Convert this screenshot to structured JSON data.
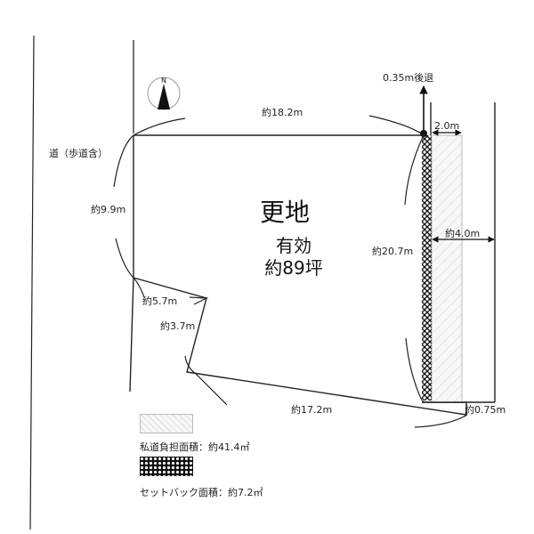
{
  "diagram": {
    "type": "land-plot-survey",
    "main_title": "更地",
    "sub_title": "有効",
    "area": "約89坪",
    "compass": {
      "label": "N",
      "icon": "north-arrow-icon"
    },
    "road_label": "道（歩道含）",
    "setback_label": "0.35m後退",
    "dimensions": {
      "top": "約18.2m",
      "left": "約9.9m",
      "notch_top": "約5.7m",
      "notch_side": "約3.7m",
      "bottom": "約17.2m",
      "right": "約20.7m",
      "private_road_width": "2.0m",
      "road_width": "約4.0m",
      "bottom_offset": "約0.75m"
    },
    "legend": [
      {
        "label": "私道負担面積：約41.4㎡",
        "pattern": "light-hatch",
        "color": "#e6e6e6"
      },
      {
        "label": "セットバック面積：約7.2㎡",
        "pattern": "crosshatch",
        "color": "#111111"
      }
    ]
  }
}
